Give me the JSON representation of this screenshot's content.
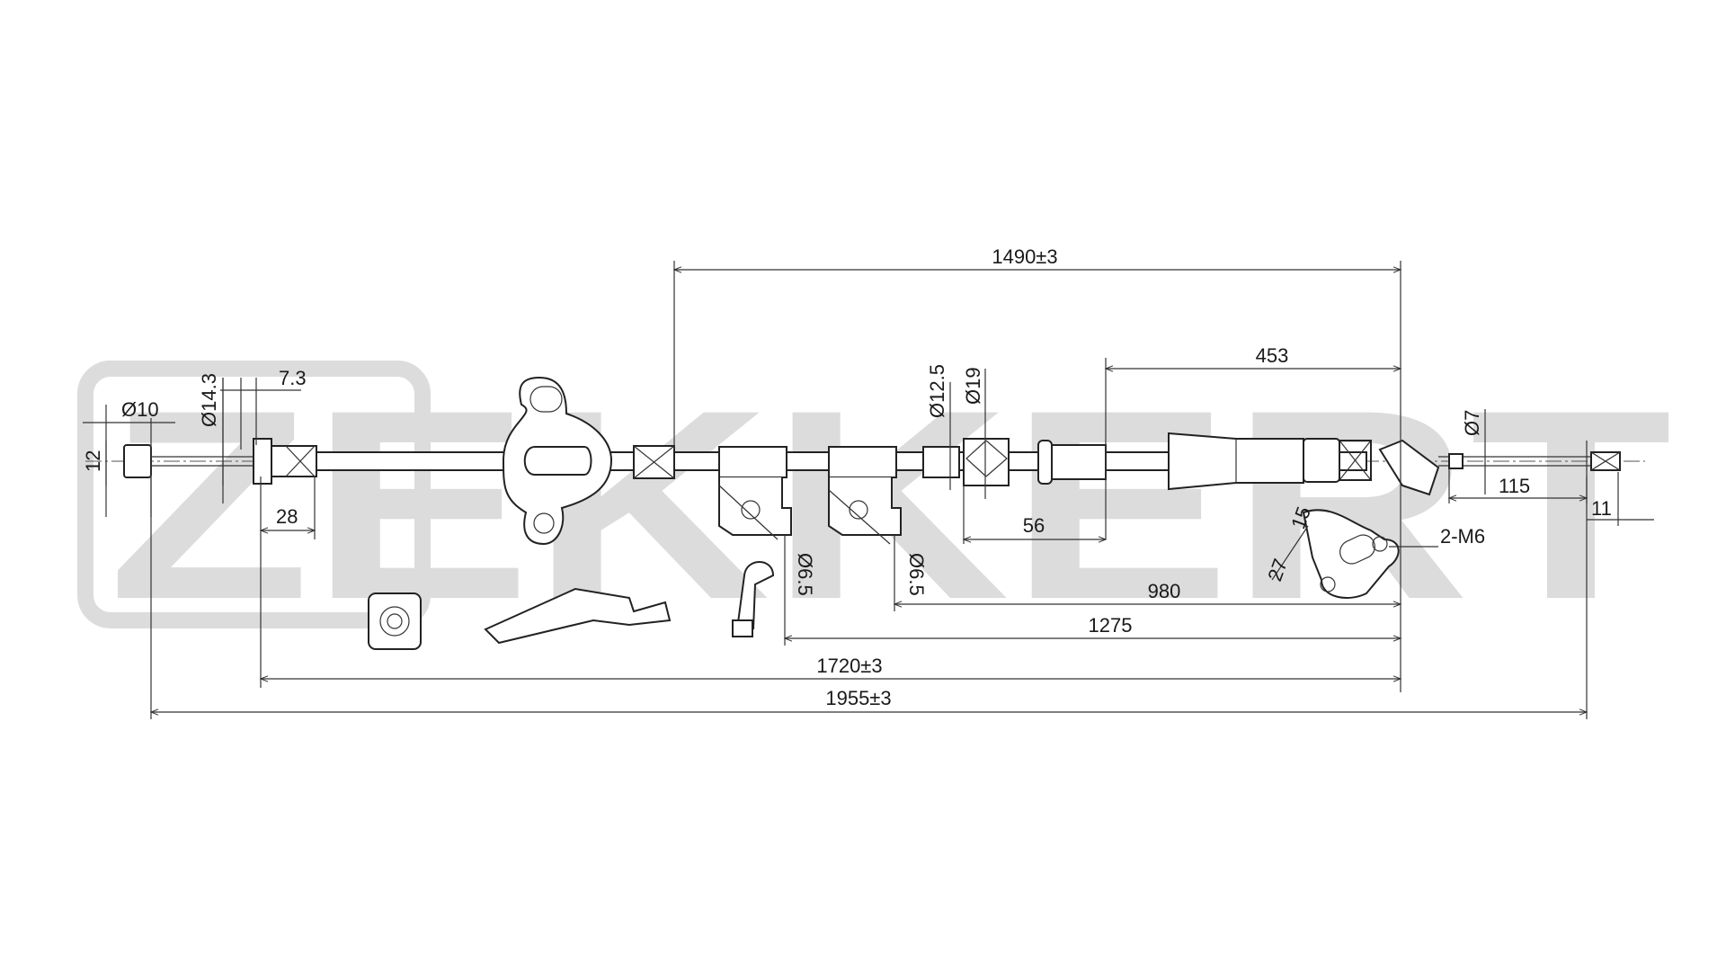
{
  "watermark": {
    "brand": "ZEKKERT"
  },
  "colors": {
    "line": "#222222",
    "watermark": "#dcdcdc",
    "background": "#ffffff"
  },
  "dimensions": {
    "d_1490": "1490±3",
    "d_453": "453",
    "d_phi10": "Ø10",
    "d_phi14_3": "Ø14.3",
    "d_7_3": "7.3",
    "d_12": "12",
    "d_28": "28",
    "d_phi12_5": "Ø12.5",
    "d_phi19": "Ø19",
    "d_phi6_5_a": "Ø6.5",
    "d_phi6_5_b": "Ø6.5",
    "d_56": "56",
    "d_980": "980",
    "d_1275": "1275",
    "d_1720": "1720±3",
    "d_1955": "1955±3",
    "d_phi7": "Ø7",
    "d_115": "115",
    "d_11": "11",
    "d_27": "27",
    "d_2m6": "2-M6",
    "d_small": "15"
  }
}
